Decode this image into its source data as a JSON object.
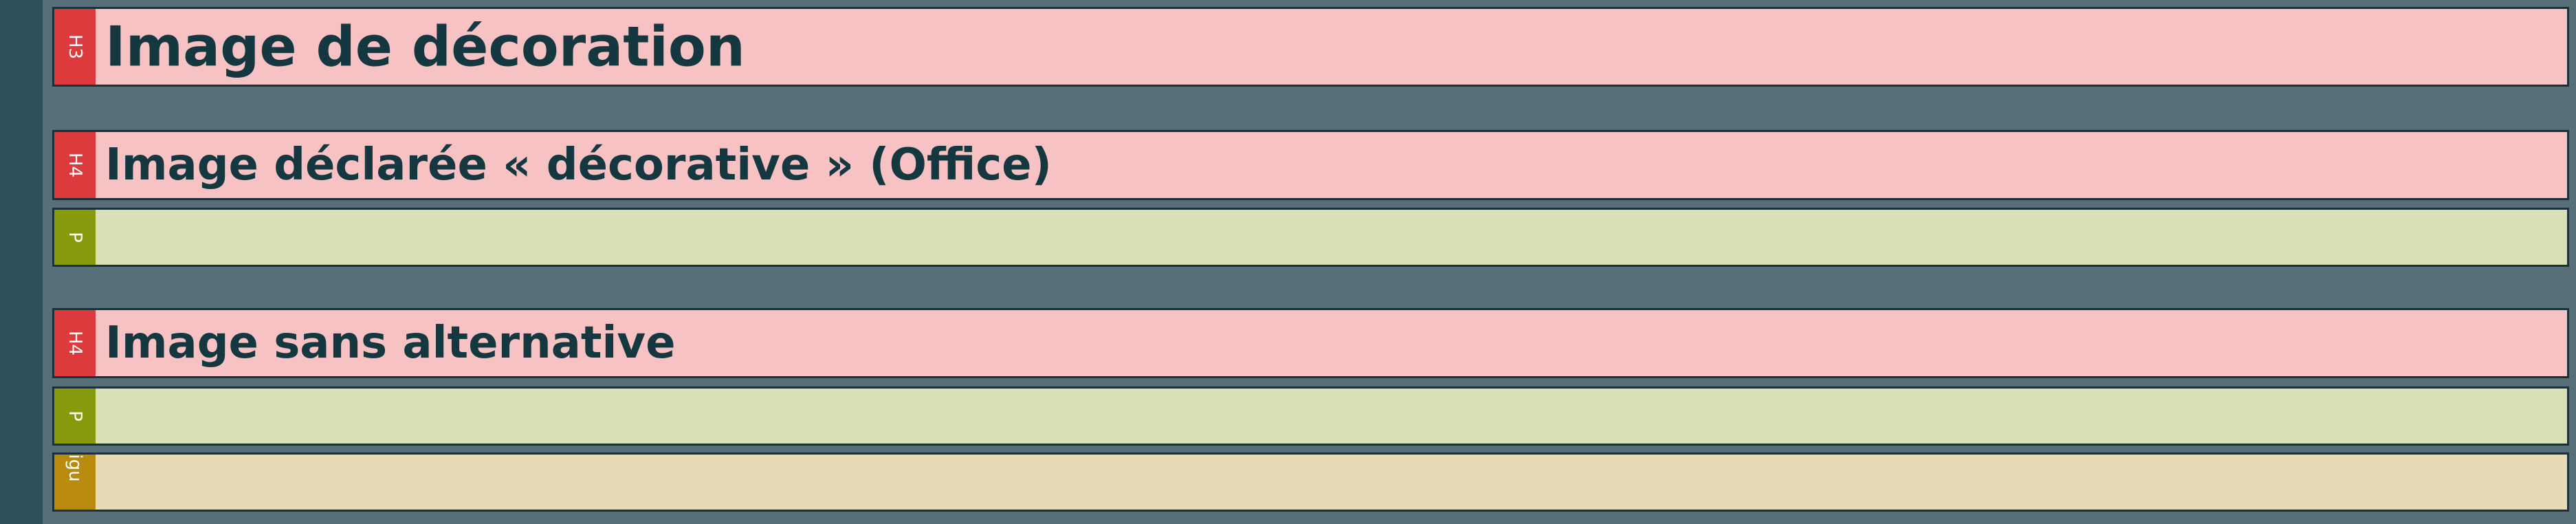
{
  "blocks": {
    "h3": {
      "tag": "H3",
      "text": "Image de décoration"
    },
    "h4_decorative": {
      "tag": "H4",
      "text": "Image déclarée « décorative » (Office)"
    },
    "p_decorative": {
      "tag": "P",
      "text": ""
    },
    "h4_no_alt": {
      "tag": "H4",
      "text": "Image sans alternative"
    },
    "p_no_alt": {
      "tag": "P",
      "text": ""
    },
    "figure": {
      "tag": "Figu",
      "text": ""
    }
  },
  "colors": {
    "background": "#566f78",
    "left_rail": "#2d4f5a",
    "heading_fill": "#f6c2c3",
    "heading_tag": "#dc3a3c",
    "paragraph_fill": "#d9e0b6",
    "paragraph_tag": "#869a0b",
    "figure_fill": "#e8dab5",
    "figure_tag": "#b88a0e",
    "heading_text": "#143740"
  }
}
